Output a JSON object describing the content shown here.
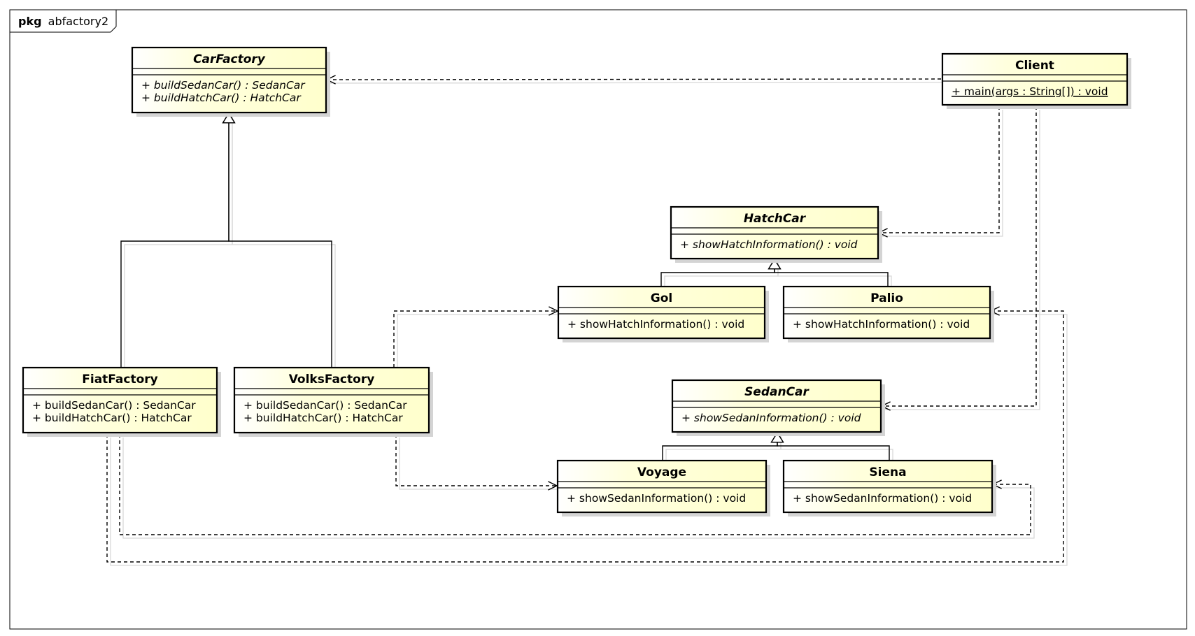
{
  "package": {
    "keyword": "pkg",
    "name": "abfactory2"
  },
  "classes": [
    {
      "id": "CarFactory",
      "name": "CarFactory",
      "abstract": true,
      "members": [
        {
          "text": "+ buildSedanCar() : SedanCar",
          "abstract": true
        },
        {
          "text": "+ buildHatchCar() : HatchCar",
          "abstract": true
        }
      ]
    },
    {
      "id": "Client",
      "name": "Client",
      "abstract": false,
      "members": [
        {
          "text": "+ main(args : String[]) : void",
          "static": true
        }
      ]
    },
    {
      "id": "HatchCar",
      "name": "HatchCar",
      "abstract": true,
      "members": [
        {
          "text": "+ showHatchInformation() : void",
          "abstract": true
        }
      ]
    },
    {
      "id": "Gol",
      "name": "Gol",
      "abstract": false,
      "members": [
        {
          "text": "+ showHatchInformation() : void"
        }
      ]
    },
    {
      "id": "Palio",
      "name": "Palio",
      "abstract": false,
      "members": [
        {
          "text": "+ showHatchInformation() : void"
        }
      ]
    },
    {
      "id": "FiatFactory",
      "name": "FiatFactory",
      "abstract": false,
      "members": [
        {
          "text": "+ buildSedanCar() : SedanCar"
        },
        {
          "text": "+ buildHatchCar() : HatchCar"
        }
      ]
    },
    {
      "id": "VolksFactory",
      "name": "VolksFactory",
      "abstract": false,
      "members": [
        {
          "text": "+ buildSedanCar() : SedanCar"
        },
        {
          "text": "+ buildHatchCar() : HatchCar"
        }
      ]
    },
    {
      "id": "SedanCar",
      "name": "SedanCar",
      "abstract": true,
      "members": [
        {
          "text": "+ showSedanInformation() : void",
          "abstract": true
        }
      ]
    },
    {
      "id": "Voyage",
      "name": "Voyage",
      "abstract": false,
      "members": [
        {
          "text": "+ showSedanInformation() : void"
        }
      ]
    },
    {
      "id": "Siena",
      "name": "Siena",
      "abstract": false,
      "members": [
        {
          "text": "+ showSedanInformation() : void"
        }
      ]
    }
  ],
  "relations": [
    {
      "type": "dependency",
      "from": "Client",
      "to": "CarFactory"
    },
    {
      "type": "dependency",
      "from": "Client",
      "to": "HatchCar"
    },
    {
      "type": "dependency",
      "from": "Client",
      "to": "SedanCar"
    },
    {
      "type": "generalization",
      "from": "FiatFactory",
      "to": "CarFactory"
    },
    {
      "type": "generalization",
      "from": "VolksFactory",
      "to": "CarFactory"
    },
    {
      "type": "generalization",
      "from": "Gol",
      "to": "HatchCar"
    },
    {
      "type": "generalization",
      "from": "Palio",
      "to": "HatchCar"
    },
    {
      "type": "generalization",
      "from": "Voyage",
      "to": "SedanCar"
    },
    {
      "type": "generalization",
      "from": "Siena",
      "to": "SedanCar"
    },
    {
      "type": "dependency",
      "from": "VolksFactory",
      "to": "Gol"
    },
    {
      "type": "dependency",
      "from": "VolksFactory",
      "to": "Voyage"
    },
    {
      "type": "dependency",
      "from": "FiatFactory",
      "to": "Siena"
    },
    {
      "type": "dependency",
      "from": "FiatFactory",
      "to": "Palio"
    }
  ],
  "colors": {
    "class_fill": "#ffffdd",
    "stroke": "#000000",
    "shadow": "#d4d4d4",
    "background": "#ffffff"
  }
}
